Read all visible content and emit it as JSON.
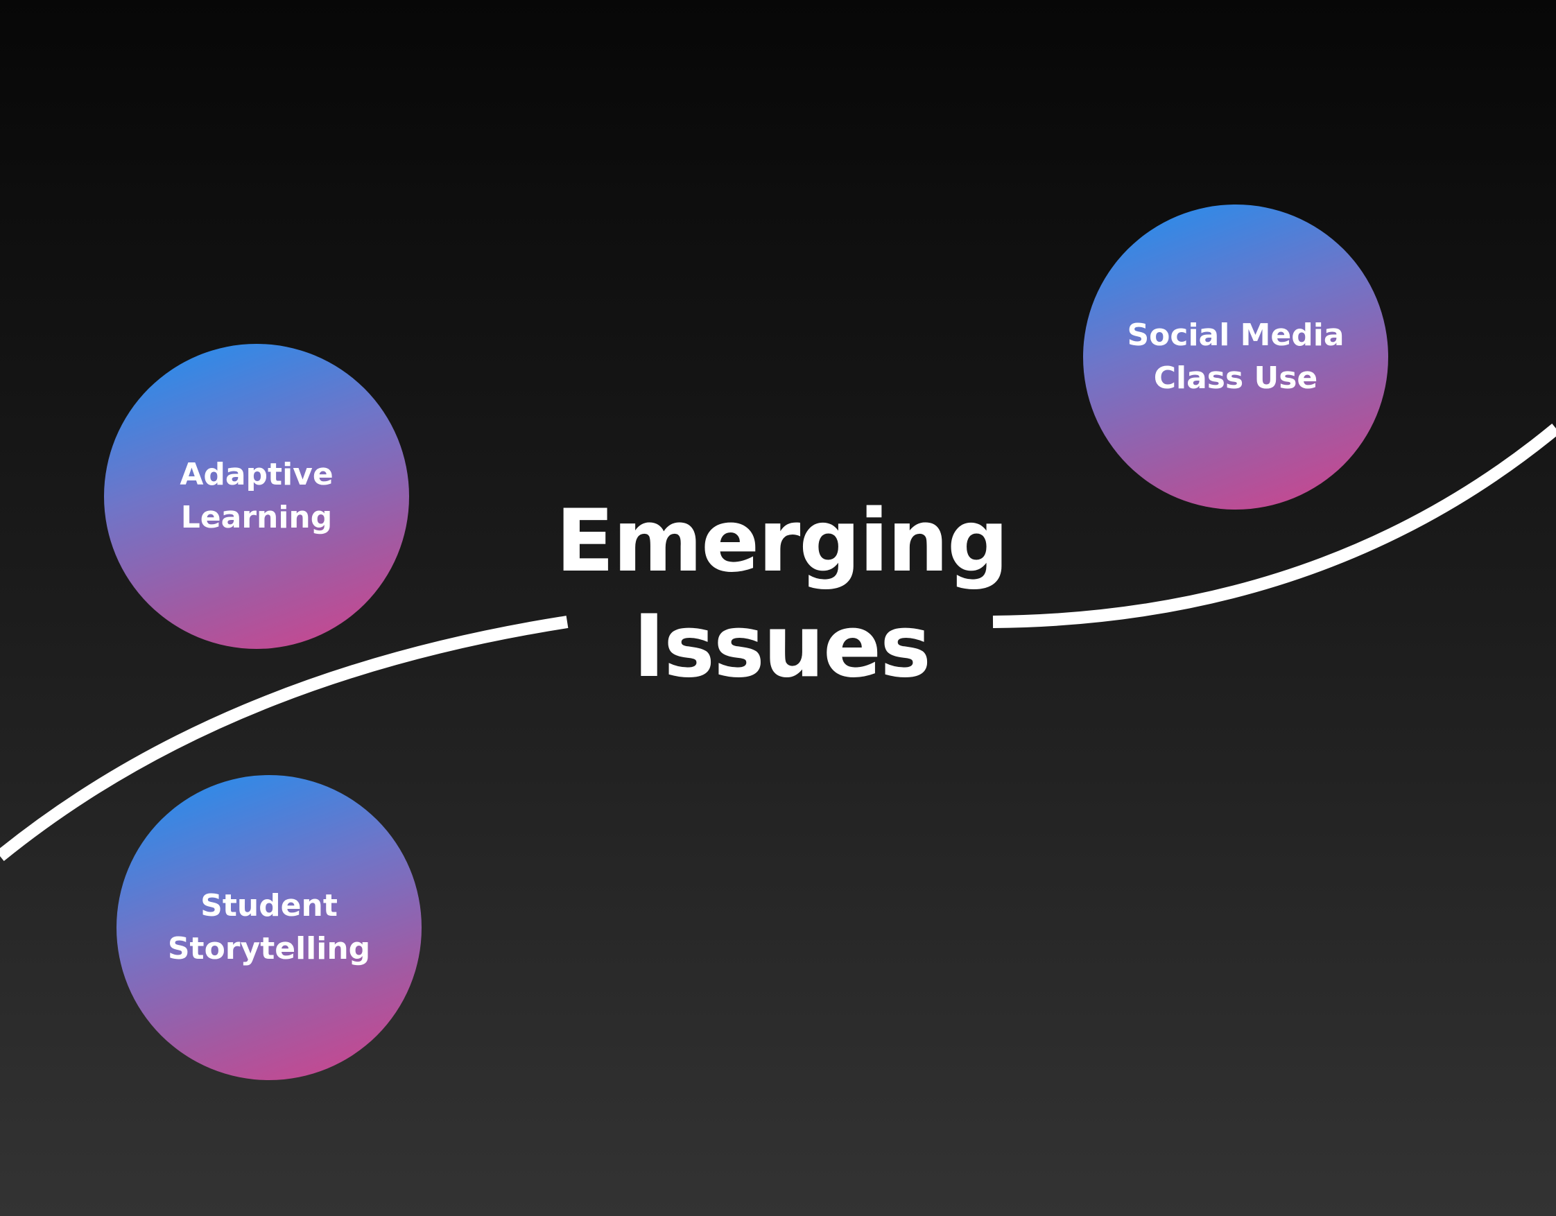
{
  "title": {
    "line1": "Emerging",
    "line2": "Issues"
  },
  "topics": [
    {
      "line1": "Adaptive",
      "line2": "Learning"
    },
    {
      "line1": "Social Media",
      "line2": "Class Use"
    },
    {
      "line1": "Student",
      "line2": "Storytelling"
    }
  ],
  "colors": {
    "background_top": "#070707",
    "background_bottom": "#333333",
    "bubble_gradient_start": "#1e90f0",
    "bubble_gradient_end": "#d2428a",
    "text": "#ffffff",
    "curve": "#ffffff"
  }
}
